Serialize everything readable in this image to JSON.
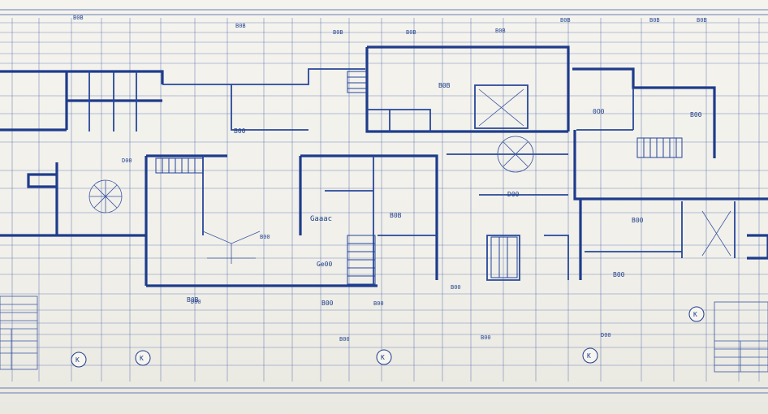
{
  "drawing": {
    "colors": {
      "ink": "#1e3c8c",
      "paper": "#f2f1eb"
    },
    "top_labels": [
      "B0B",
      "B0B",
      "B0B",
      "B0B",
      "B0B",
      "B0B",
      "B0B",
      "B0B"
    ],
    "room_labels": [
      "B0B",
      "Gaaac",
      "B0B",
      "B00",
      "Ge00",
      "D00",
      "B00",
      "B00",
      "0O0",
      "B0B",
      "B00",
      "B00"
    ],
    "bottom_labels": [
      "D00",
      "B00",
      "B00",
      "B00",
      "B00",
      "B00",
      "D00",
      "D00"
    ],
    "grid_markers": [
      "K",
      "K",
      "K",
      "K",
      "K"
    ]
  }
}
